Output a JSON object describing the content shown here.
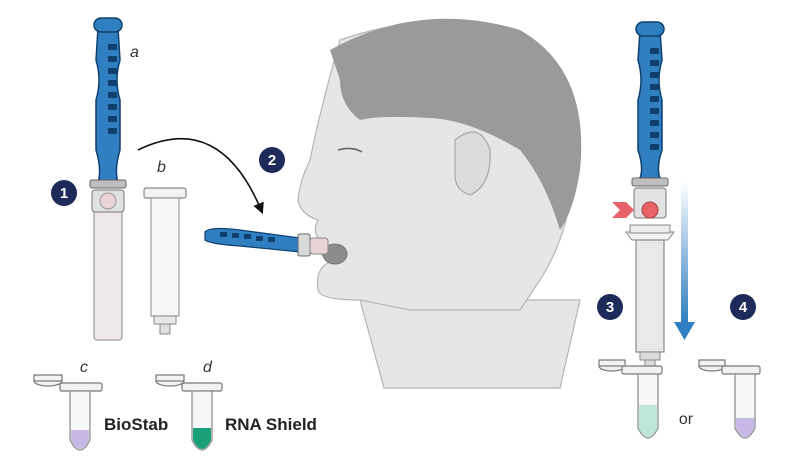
{
  "labels": {
    "a": "a",
    "b": "b",
    "c": "c",
    "d": "d",
    "or": "or"
  },
  "steps": {
    "s1": "1",
    "s2": "2",
    "s3": "3",
    "s4": "4"
  },
  "tubes": {
    "biostab": "BioStab",
    "rna_shield": "RNA Shield"
  },
  "colors": {
    "badge": "#1e2a5a",
    "device_blue": "#2f7fc1",
    "device_dark": "#0f3f6e",
    "arrow_blue": "#2f7fc1",
    "biostab_liquid": "#c8b8e6",
    "rna_liquid": "#1aa079",
    "red_marker": "#e8626a",
    "skin": "#e6e6e6",
    "hair": "#9a9a9a"
  },
  "icons": {
    "device": "collector-device-icon",
    "syringe": "syringe-icon",
    "head": "person-head-icon",
    "arrow": "curved-arrow-icon"
  }
}
